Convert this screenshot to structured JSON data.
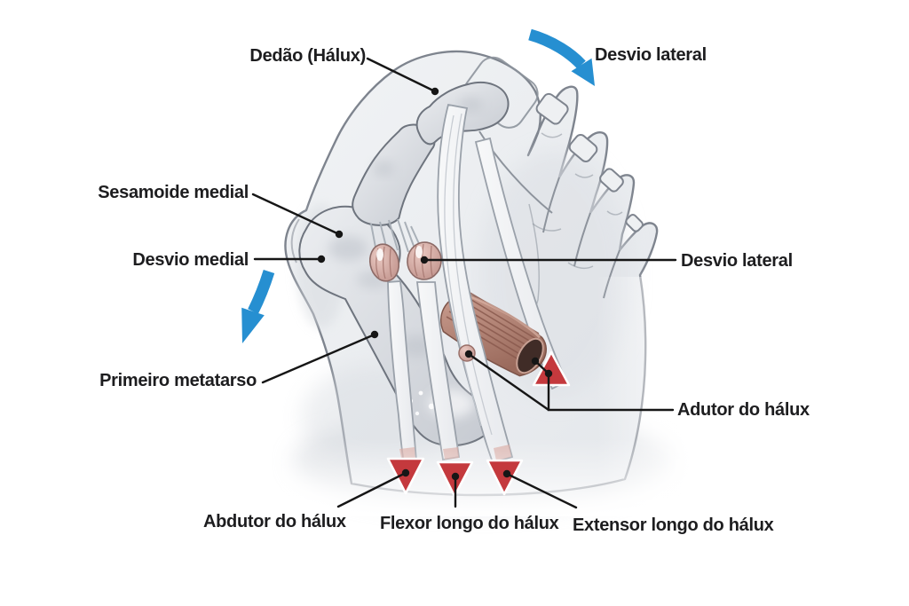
{
  "diagram": {
    "labels": {
      "dedao": "Dedão (Hálux)",
      "desvio_lateral_top": "Desvio lateral",
      "sesamoide_medial": "Sesamoide medial",
      "desvio_medial": "Desvio medial",
      "primeiro_metatarso": "Primeiro metatarso",
      "desvio_lateral_sesamoid": "Desvio lateral",
      "adutor_halux": "Adutor do hálux",
      "abdutor_halux": "Abdutor do hálux",
      "flexor_longo_halux": "Flexor longo do hálux",
      "extensor_longo_halux": "Extensor longo do hálux"
    },
    "colors": {
      "background": "#ffffff",
      "label_text": "#1d1d1f",
      "leader_line": "#161616",
      "arrow_blue": "#268fd1",
      "marker_red": "#c4393d",
      "foot_fill": "#e9ebee",
      "outline_gray": "#7e848e",
      "bone_fill": "#d9dce1",
      "tendon_fill": "#f2f3f5",
      "sesamoid_pink": "#d2a8a2",
      "muscle_red": "#b08276"
    }
  }
}
